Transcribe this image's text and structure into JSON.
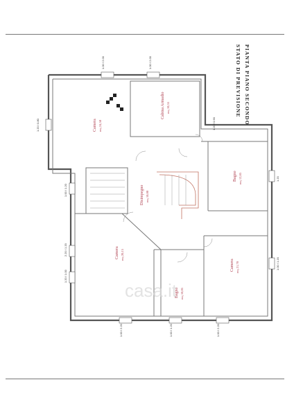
{
  "title": {
    "line1": "STATO DI PREVISIONE",
    "line2": "PIANTA PIANO SECONDO"
  },
  "rooms": [
    {
      "id": "camera-top-left",
      "name": "Camera",
      "area": "mq 24,50"
    },
    {
      "id": "cabina-armadio",
      "name": "Cabina Armadio",
      "area": "mq 10,55"
    },
    {
      "id": "bagno-right",
      "name": "Bagno",
      "area": "mq 12,85"
    },
    {
      "id": "disimpegno",
      "name": "Disimpegno",
      "area": "mq 10,00"
    },
    {
      "id": "camera-bottom-left",
      "name": "Camera",
      "area": "mq 20,15"
    },
    {
      "id": "bagno-bottom",
      "name": "Bagno",
      "area": "mq 10,05"
    },
    {
      "id": "camera-bottom-right",
      "name": "Camera",
      "area": "mq 21,70"
    }
  ],
  "dimensions": {
    "top_a": "1.00 / 2.00",
    "top_b": "1.00 / 2.00",
    "left_a": "1.20 / 0.80",
    "left_b": "1.00 / 1.20",
    "left_c": "2.20 / 1.20",
    "left_d": "1.20 / 1.00",
    "right_a": "1.20 / 0.90",
    "right_b": "1.20",
    "right_c": "1.00 / 1.20",
    "bottom_a": "1.00 / 2.20",
    "bottom_b": "1.00 / 1.20",
    "bottom_c": "1.00 / 2.20"
  },
  "watermark": "casa.it",
  "colors": {
    "wall": "#555555",
    "label": "#b04050",
    "stair": "#c07060"
  }
}
